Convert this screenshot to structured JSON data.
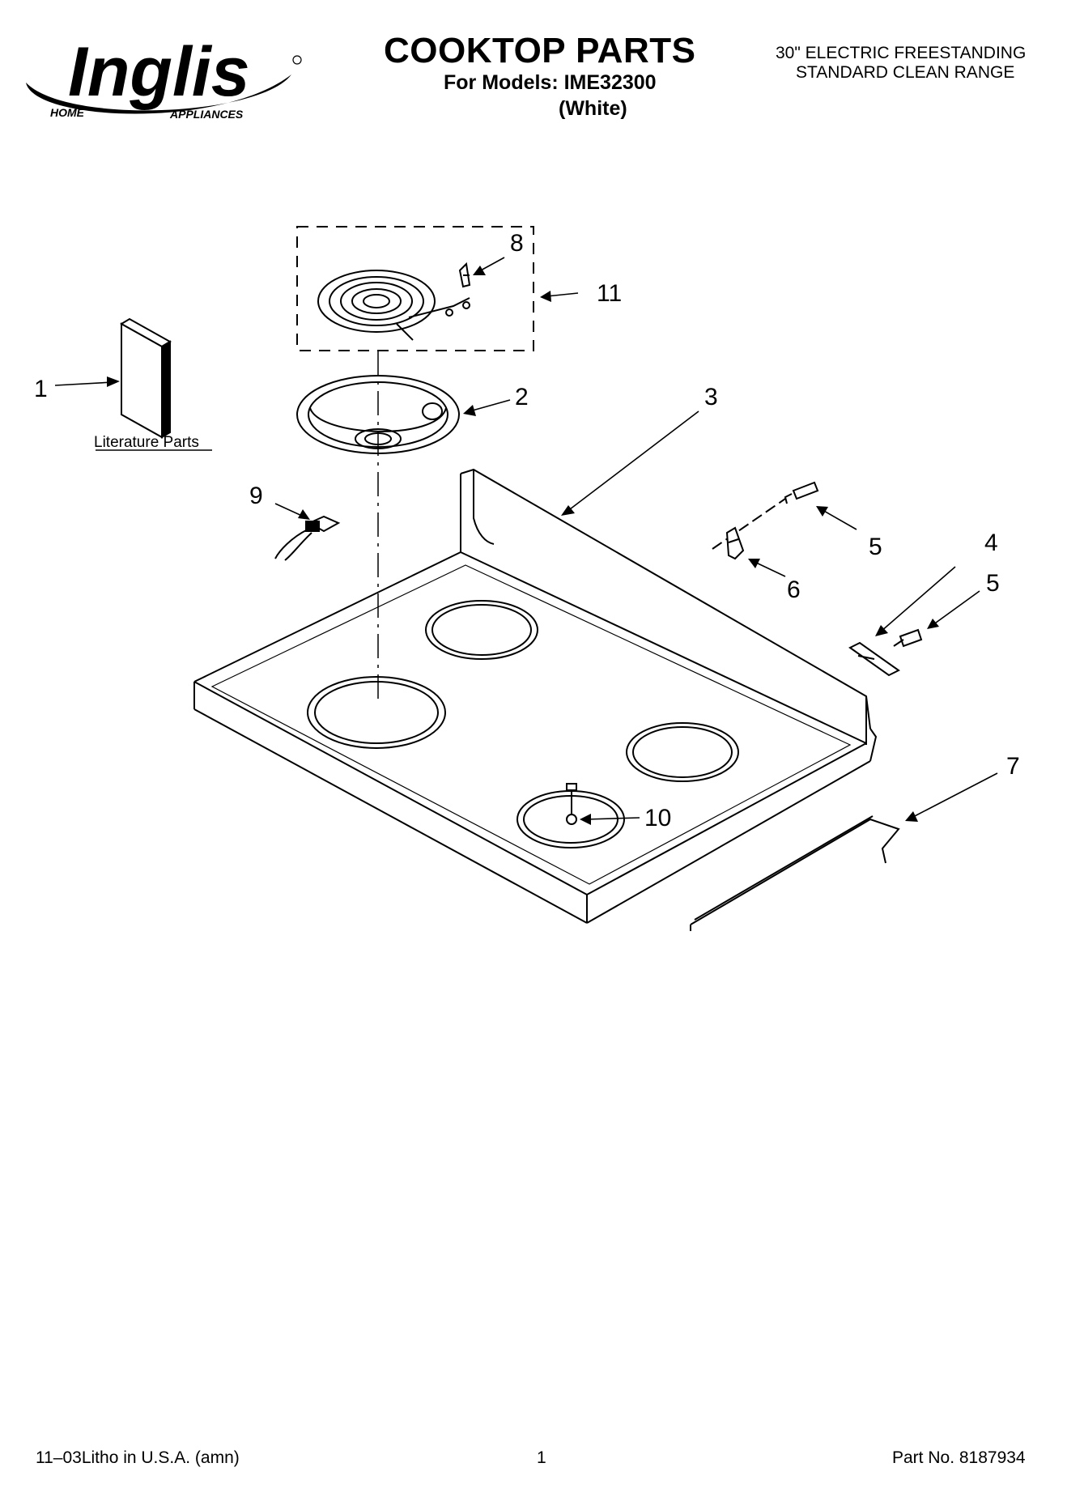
{
  "header": {
    "brand": "Inglis",
    "brand_sub_left": "HOME",
    "brand_sub_right": "APPLIANCES",
    "title": "COOKTOP PARTS",
    "models": "For Models: IME32300",
    "color": "(White)",
    "description_line1": "30\" ELECTRIC FREESTANDING",
    "description_line2": "STANDARD CLEAN RANGE"
  },
  "diagram": {
    "literature_label": "Literature Parts",
    "callouts": [
      "1",
      "2",
      "3",
      "4",
      "5",
      "5",
      "6",
      "7",
      "8",
      "9",
      "10",
      "11"
    ]
  },
  "footer": {
    "left": "11–03Litho in U.S.A. (amn)",
    "page": "1",
    "part_no": "Part No. 8187934"
  }
}
